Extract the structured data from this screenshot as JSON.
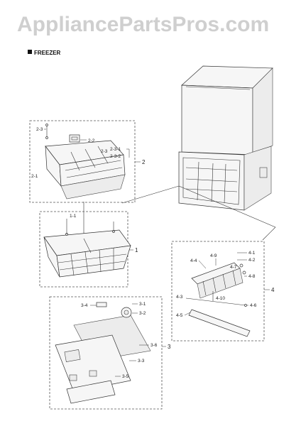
{
  "watermark": "AppliancePartsPros.com",
  "section_title": "FREEZER",
  "groups": [
    "1",
    "2",
    "3",
    "4"
  ],
  "group2_labels": [
    "2-3",
    "2-2",
    "2-3-1",
    "2-3-2",
    "2-1"
  ],
  "group1_labels": [
    "1-1"
  ],
  "group3_labels": [
    "3-1",
    "3-2",
    "3-4",
    "3-6",
    "3-3",
    "3-5"
  ],
  "group4_labels": [
    "4-9",
    "4-4",
    "4-7",
    "4-1",
    "4-2",
    "4-8",
    "4-10",
    "4-3",
    "4-5",
    "4-6"
  ]
}
